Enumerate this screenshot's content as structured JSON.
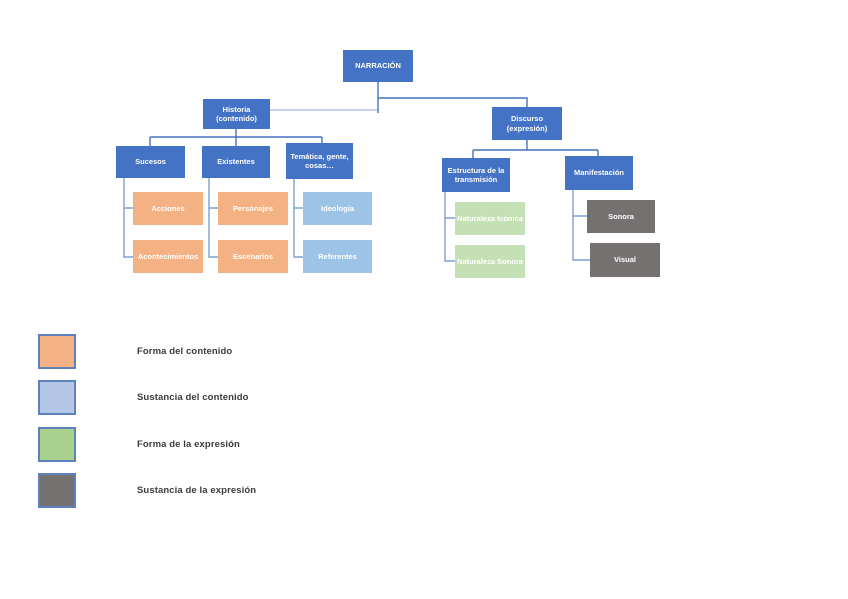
{
  "diagram": {
    "title": "NARRACIÓN",
    "nodes": {
      "narracion": {
        "label": "NARRACIÓN",
        "variant": "blue"
      },
      "historia": {
        "label": "Historia (contenido)",
        "variant": "blue"
      },
      "discurso": {
        "label": "Discurso (expresión)",
        "variant": "blue"
      },
      "sucesos": {
        "label": "Sucesos",
        "variant": "blue"
      },
      "existentes": {
        "label": "Existentes",
        "variant": "blue"
      },
      "tematica": {
        "label": "Temática, gente, cosas…",
        "variant": "blue"
      },
      "estructura": {
        "label": "Estructura de la transmisión",
        "variant": "blue"
      },
      "manifestacion": {
        "label": "Manifestación",
        "variant": "blue"
      },
      "acciones": {
        "label": "Acciones",
        "variant": "orange"
      },
      "acontecimientos": {
        "label": "Acontecimientos",
        "variant": "orange"
      },
      "personajes": {
        "label": "Personajes",
        "variant": "orange"
      },
      "escenarios": {
        "label": "Escenarios",
        "variant": "orange"
      },
      "ideologia": {
        "label": "Ideología",
        "variant": "lightblue"
      },
      "referentes": {
        "label": "Referentes",
        "variant": "lightblue"
      },
      "naturaleza_iconica": {
        "label": "Naturaleza Icónica",
        "variant": "green"
      },
      "naturaleza_sonora": {
        "label": "Naturaleza Sonora",
        "variant": "green"
      },
      "sonora": {
        "label": "Sonora",
        "variant": "gray"
      },
      "visual": {
        "label": "Visual",
        "variant": "gray"
      }
    }
  },
  "palette": {
    "blue": "#4472c4",
    "orange": "#f4b183",
    "lightblue": "#9dc3e6",
    "green": "#c5e0b4",
    "gray": "#767171",
    "connector_dark": "#4472c4",
    "connector_light": "#7f9fd0",
    "historia_link": "#b4c7e7",
    "swatch_border": "#5e81be"
  },
  "legend": {
    "items": [
      {
        "label": "Forma del contenido",
        "color": "#f4b183"
      },
      {
        "label": "Sustancia del contenido",
        "color": "#b4c7e7"
      },
      {
        "label": "Forma de la expresión",
        "color": "#a9d18e"
      },
      {
        "label": "Sustancia de la expresión",
        "color": "#767171"
      }
    ]
  }
}
